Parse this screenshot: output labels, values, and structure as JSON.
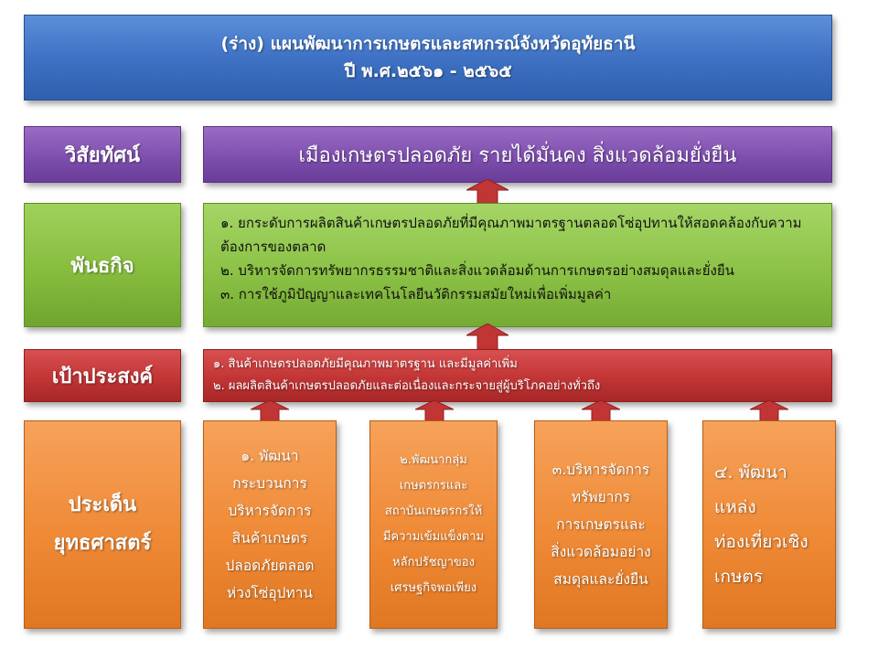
{
  "title": {
    "line1": "(ร่าง) แผนพัฒนาการเกษตรและสหกรณ์จังหวัดอุทัยธานี",
    "line2": "ปี พ.ศ.๒๕๖๑ - ๒๕๖๕"
  },
  "vision": {
    "label": "วิสัยทัศน์",
    "text": "เมืองเกษตรปลอดภัย  รายได้มั่นคง สิ่งแวดล้อมยั่งยืน"
  },
  "mission": {
    "label": "พันธกิจ",
    "items": [
      "๑. ยกระดับการผลิตสินค้าเกษตรปลอดภัยที่มีคุณภาพมาตรฐานตลอดโซ่อุปทานให้สอดคล้องกับความต้องการของตลาด",
      "๒. บริหารจัดการทรัพยากรธรรมชาติและสิ่งแวดล้อมด้านการเกษตรอย่างสมดุลและยั่งยืน",
      "๓. การใช้ภูมิปัญญาและเทคโนโลยีนวัติกรรมสมัยใหม่เพื่อเพิ่มมูลค่า"
    ]
  },
  "objective": {
    "label": "เป้าประสงค์",
    "items": [
      "๑. สินค้าเกษตรปลอดภัยมีคุณภาพมาตรฐาน และมีมูลค่าเพิ่ม",
      "๒. ผลผลิตสินค้าเกษตรปลอดภัยและต่อเนื่องและกระจายสู่ผู้บริโภคอย่างทั่วถึง"
    ]
  },
  "strategy": {
    "label_line1": "ประเด็น",
    "label_line2": "ยุทธศาสตร์",
    "items": [
      [
        "๑. พัฒนา",
        "กระบวนการ",
        "บริหารจัดการ",
        "สินค้าเกษตร",
        "ปลอดภัยตลอด",
        "ห่วงโซ่อุปทาน"
      ],
      [
        "๒.พัฒนากลุ่ม",
        "เกษตรกรและ",
        "สถาบันเกษตรกรให้",
        "มีความเข้มแข็งตาม",
        "หลักปรัชญาของ",
        "เศรษฐกิจพอเพียง"
      ],
      [
        "๓.บริหารจัดการ",
        "ทรัพยากร",
        "การเกษตรและ",
        "สิ่งแวดล้อมอย่าง",
        "สมดุลและยั่งยืน"
      ],
      [
        "๔. พัฒนา",
        "แหล่ง",
        "ท่องเที่ยวเชิง",
        "เกษตร"
      ]
    ]
  },
  "colors": {
    "title": "#3f72c4",
    "vision": "#7e4fae",
    "mission": "#86bd3e",
    "objective": "#c23535",
    "strategy": "#ef8a36",
    "arrow": "#c23535"
  }
}
